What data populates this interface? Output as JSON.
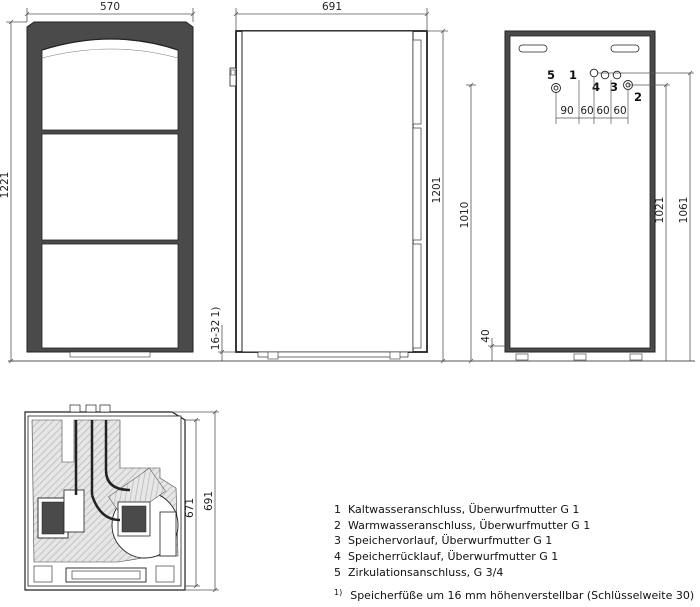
{
  "dimensions": {
    "front_width": "570",
    "front_height": "1221",
    "side_depth": "691",
    "side_height": "1201",
    "side_body_height": "1010",
    "feet_adjust": "16-32",
    "feet_adjust_note": "1)",
    "rear_height_inner": "1021",
    "rear_height_outer": "1061",
    "rear_bottom": "40",
    "spacing_1": "90",
    "spacing_2": "60",
    "spacing_3": "60",
    "spacing_4": "60",
    "top_width": "671",
    "top_depth": "691"
  },
  "connection_labels": [
    "5",
    "1",
    "4",
    "3",
    "2"
  ],
  "legend": [
    {
      "number": "1",
      "text": "Kaltwasseranschluss, Überwurfmutter G 1"
    },
    {
      "number": "2",
      "text": "Warmwasseranschluss, Überwurfmutter G 1"
    },
    {
      "number": "3",
      "text": "Speichervorlauf, Überwurfmutter G 1"
    },
    {
      "number": "4",
      "text": "Speicherrücklauf, Überwurfmutter G 1"
    },
    {
      "number": "5",
      "text": "Zirkulationsanschluss, G 3/4"
    }
  ],
  "footnote": {
    "marker": "1)",
    "text": "Speicherfüße um 16 mm höhenverstellbar (Schlüsselweite 30)"
  },
  "colors": {
    "frame": "#4a4a4a",
    "panel": "#ffffff",
    "insulation": "#b4b4b4",
    "dimension_line": "#555555"
  }
}
